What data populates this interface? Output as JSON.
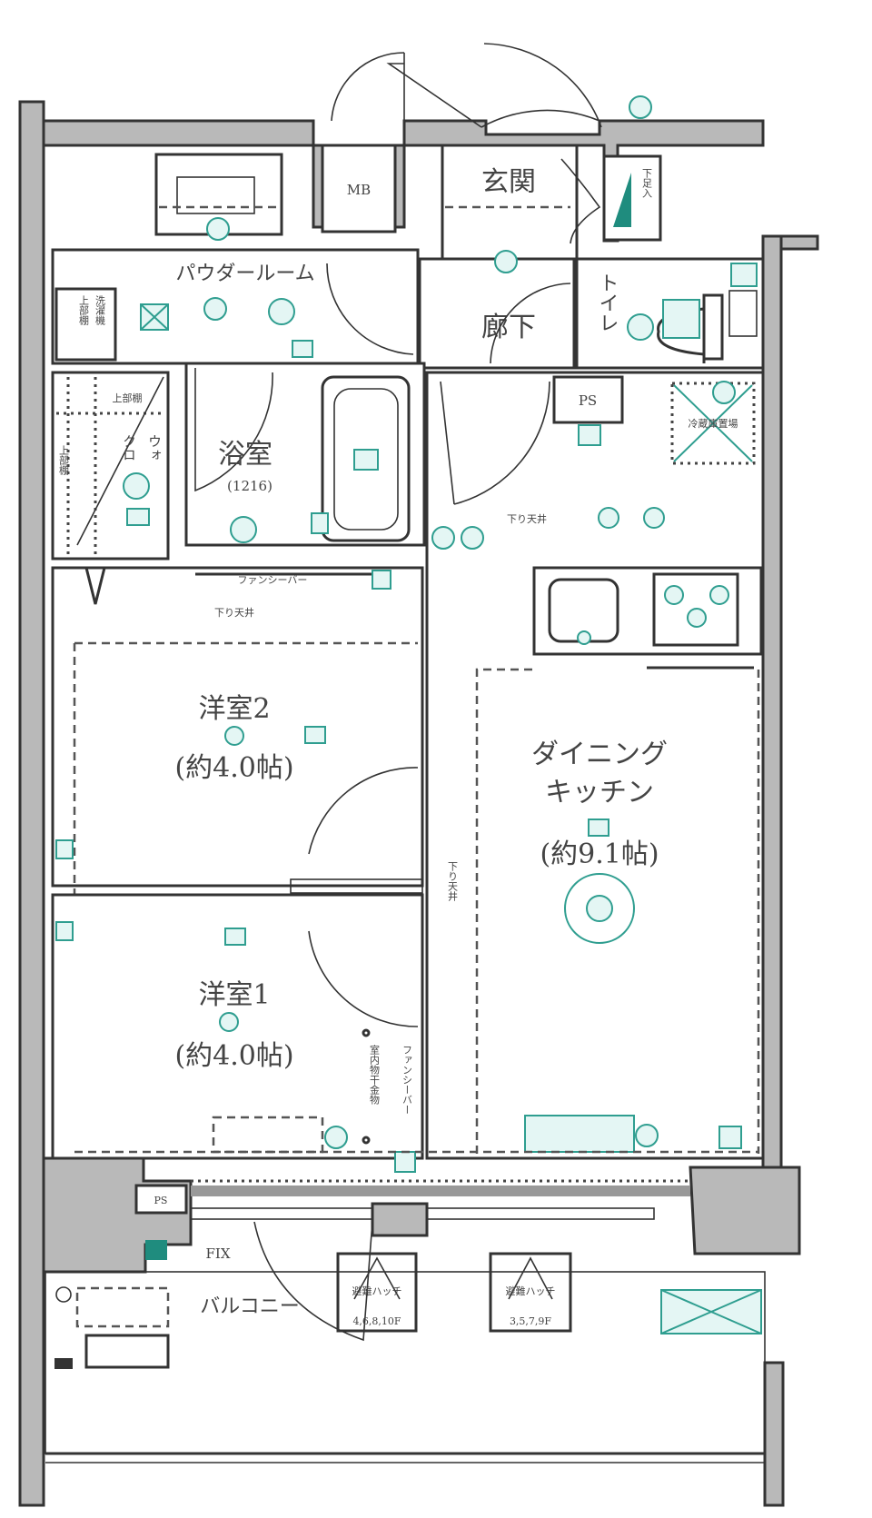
{
  "colors": {
    "wall": "#b9b9b9",
    "outline": "#333333",
    "equipment": "#2f9e90",
    "equipment_fill": "#e4f6f4"
  },
  "rooms": {
    "mb": "MB",
    "entrance": "玄関",
    "shoe_box": "下足入",
    "powder_room": "パウダールーム",
    "laundry": "洗濯機",
    "laundry_shelf": "上部棚",
    "hallway": "廊下",
    "toilet": "トイレ",
    "bathroom": "浴室",
    "bathroom_size": "(1216)",
    "closet_shelf": "上部棚",
    "closet_side_shelf": "上部棚",
    "closet_a": "ウォ",
    "closet_b": "クロ",
    "ps_top": "PS",
    "fridge": "冷蔵庫置場",
    "lowered_ceiling_ldk": "下り天井",
    "fancy_bar_top": "ファンシーバー",
    "lowered_ceiling_room2": "下り天井",
    "western_room_2": "洋室2",
    "western_room_2_size": "(約4.0帖)",
    "western_room_1": "洋室1",
    "western_room_1_size": "(約4.0帖)",
    "dining_kitchen_1": "ダイニング",
    "dining_kitchen_2": "キッチン",
    "dining_kitchen_size": "(約9.1帖)",
    "lowered_ceiling_middle": "下り天井",
    "indoor_drying": "室内物干金物",
    "fancy_bar_side": "ファンシーバー",
    "ps_bottom": "PS",
    "fix": "FIX",
    "balcony": "バルコニー",
    "hatch_1": "避難ハッチ",
    "hatch_1_floors": "4,6,8,10F",
    "hatch_2": "避難ハッチ",
    "hatch_2_floors": "3,5,7,9F"
  }
}
